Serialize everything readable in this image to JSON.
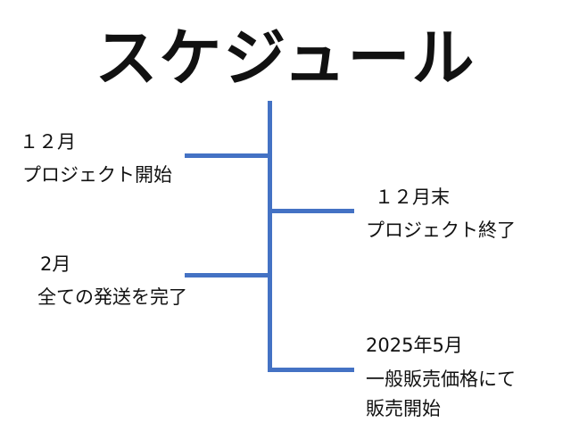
{
  "title": "スケジュール",
  "line_color": "#4472C4",
  "events": [
    {
      "date": "１２月",
      "text": [
        "プロジェクト開始"
      ],
      "side": "left"
    },
    {
      "date": "１２月末",
      "text": [
        "プロジェクト終了"
      ],
      "side": "right"
    },
    {
      "date": "2月",
      "text": [
        "全ての発送を完了"
      ],
      "side": "left"
    },
    {
      "date": "2025年5月",
      "text": [
        "一般販売価格にて",
        "販売開始"
      ],
      "side": "right"
    }
  ]
}
